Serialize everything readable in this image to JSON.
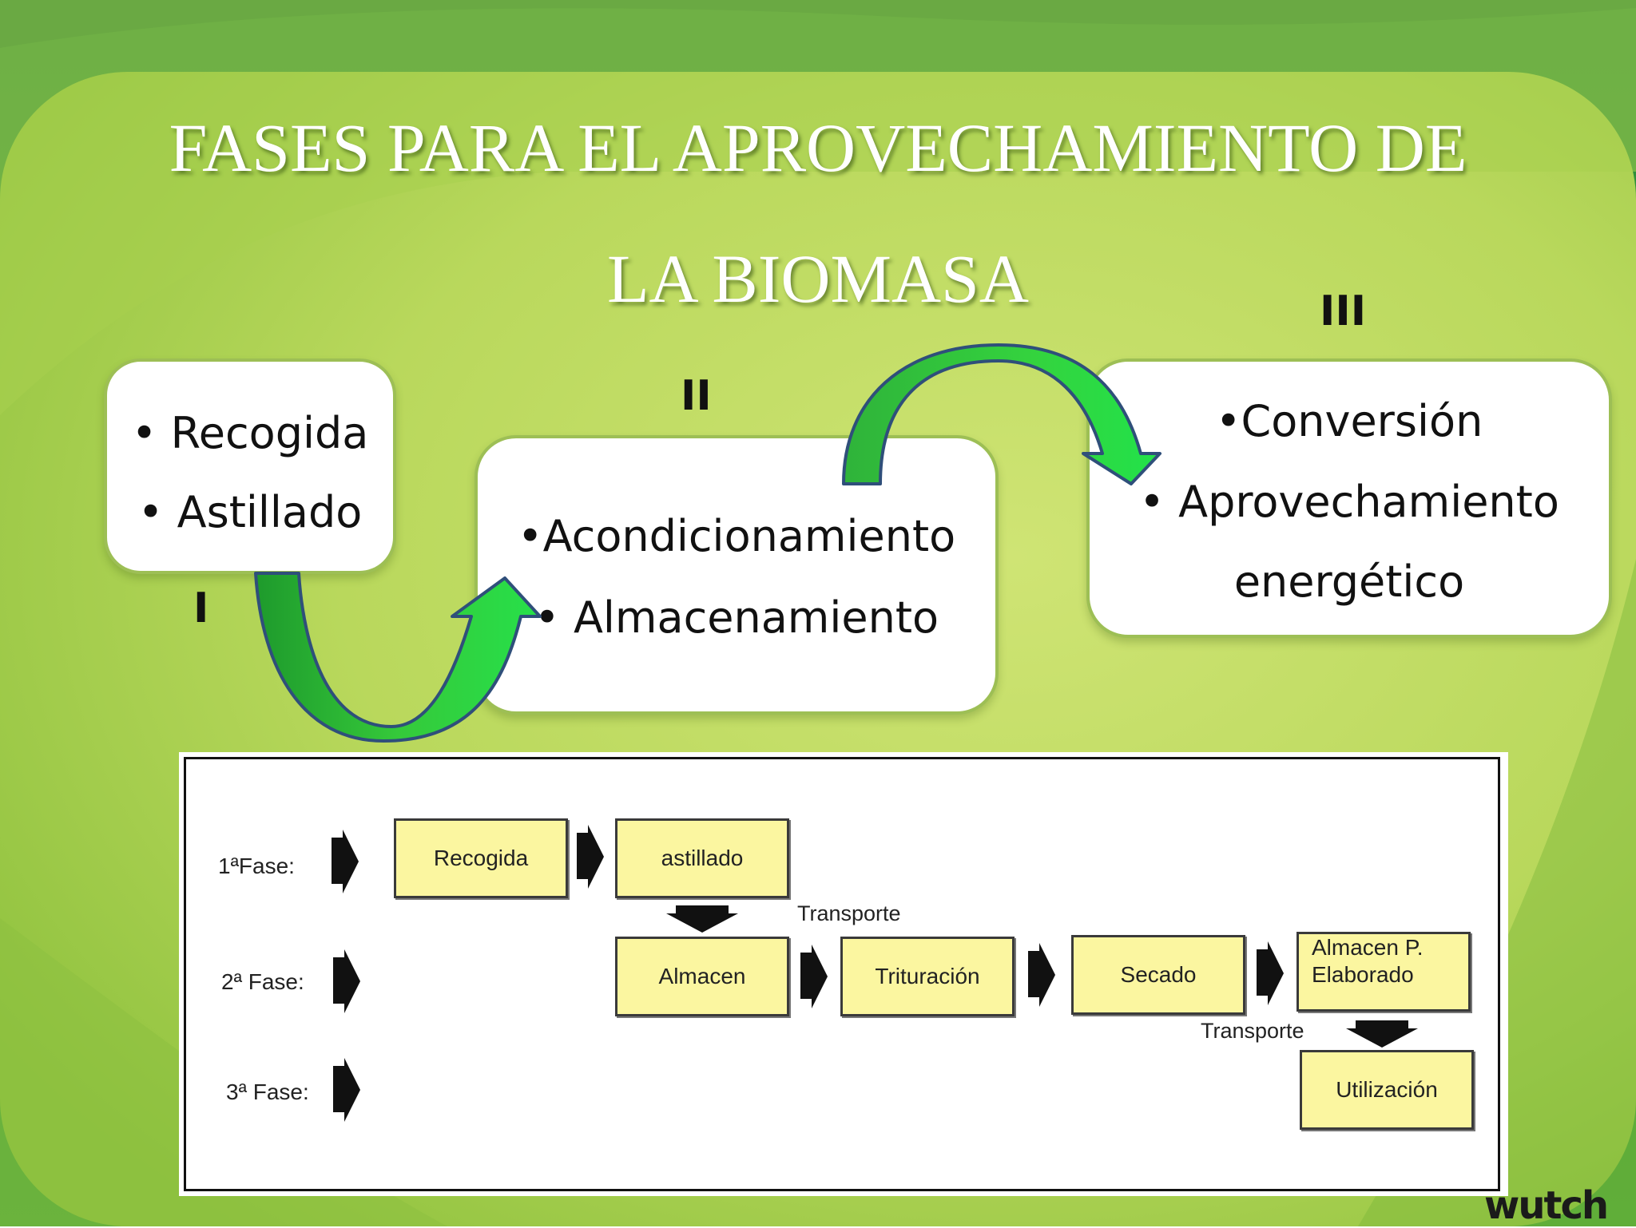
{
  "slide": {
    "title_line1": "FASES PARA EL APROVECHAMIENTO DE",
    "title_line2": "LA BIOMASA"
  },
  "phases": [
    {
      "numeral": "I",
      "items": [
        "• Recogida",
        "• Astillado"
      ]
    },
    {
      "numeral": "II",
      "items": [
        "•Acondicionamiento",
        "• Almacenamiento"
      ]
    },
    {
      "numeral": "III",
      "items": [
        "•Conversión",
        "• Aprovechamiento",
        "energético"
      ]
    }
  ],
  "flowchart": {
    "rows": [
      "1ªFase:",
      "2ª Fase:",
      "3ª Fase:"
    ],
    "boxes": {
      "recogida": "Recogida",
      "astillado": "astillado",
      "almacen": "Almacen",
      "trituracion": "Trituración",
      "secado": "Secado",
      "almacen_elaborado_1": "Almacen P.",
      "almacen_elaborado_2": "Elaborado",
      "utilizacion": "Utilización"
    },
    "transport_labels": [
      "Transporte",
      "Transporte"
    ]
  },
  "watermark": "wutch",
  "colors": {
    "background_light": "#c9e06a",
    "background_mid": "#94c640",
    "background_dark": "#2f8f35",
    "arrow_green": "#2ecc40",
    "arrow_outline": "#2f4f7a",
    "flow_box": "#fbf6a0"
  }
}
